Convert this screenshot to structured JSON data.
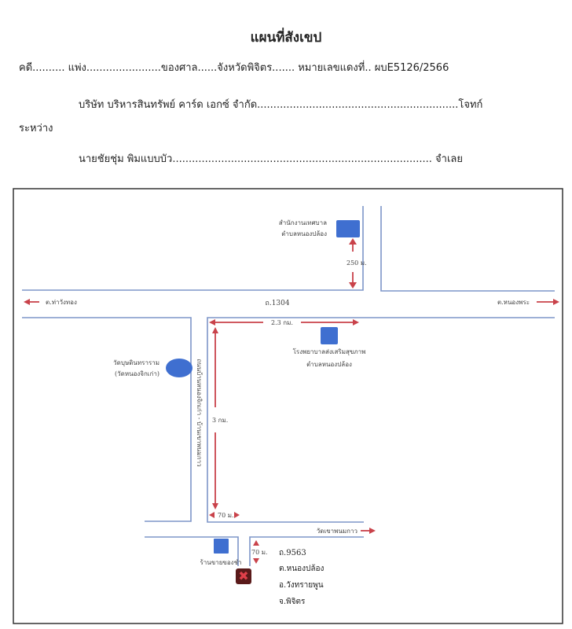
{
  "header": {
    "title": "แผนที่สังเขป",
    "line1": "คดี.......... แพ่ง.......................ของศาล......จังหวัดพิจิตร....... หมายเลขแดงที่.. ผบE5126/2566",
    "plaintiff": "บริษัท  บริหารสินทรัพย์ คาร์ด เอกซ์  จำกัด..............................................................โจทก์",
    "between": "ระหว่าง",
    "defendant": "นายชัยชุ่ม พิมแบบบัว................................................................................ จำเลย"
  },
  "map": {
    "office_line1": "สำนักงานเทศบาล",
    "office_line2": "ตำบลหนองปล้อง",
    "dist_250": "250 ม.",
    "left_dest": "ต.ท่าวังทอง",
    "road_1304": "ถ.1304",
    "right_dest": "ต.หนองพระ",
    "dist_2_3": "2.3 กม.",
    "hospital_line1": "โรงพยาบาลส่งเสริมสุขภาพ",
    "hospital_line2": "ตำบลหนองปล้อง",
    "temple_line1": "วัดบุษดินทราราม",
    "temple_line2": "(วัดหนองจิกเก่า)",
    "vertical_road": "ถนนบ้านหนองจิกเก่า - บ้านเขาพนมกาว",
    "dist_3": "3 กม.",
    "dist_70_h": "70 ม.",
    "temple_right": "วัดเขาพนมกาว",
    "shop": "ร้านขายของชำ",
    "dist_70_v": "70 ม.",
    "address": [
      "ถ.9563",
      "ต.หนองปล้อง",
      "อ.วังทรายพูน",
      "จ.พิจิตร"
    ],
    "colors": {
      "road": "#7d95c8",
      "arrow": "#c9424a",
      "landmark": "#3f6fd0",
      "target": "#d9323a"
    }
  }
}
